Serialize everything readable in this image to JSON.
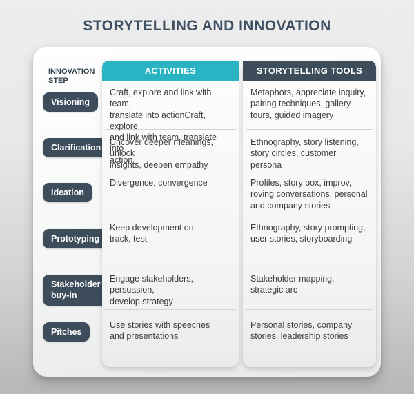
{
  "title": "STORYTELLING AND INNOVATION",
  "colors": {
    "teal": "#2ab4c3",
    "slate": "#3d4d5b",
    "title": "#3e5062"
  },
  "table": {
    "step_header": "INNOVATION\nSTEP",
    "activities_header": "ACTIVITIES",
    "tools_header": "STORYTELLING TOOLS",
    "rows": [
      {
        "step": "Visioning",
        "activities": "Craft, explore and link with team,\ntranslate into actionCraft, explore\nand link with team, translate into\naction",
        "tools": "Metaphors, appreciate inquiry,\npairing techniques, gallery\ntours, guided imagery"
      },
      {
        "step": "Clarification",
        "activities": "Uncover deeper meanings, unlock\ninsights, deepen empathy",
        "tools": "Ethnography, story listening,\nstory circles, customer persona"
      },
      {
        "step": "Ideation",
        "activities": "Divergence, convergence",
        "tools": "Profiles, story box, improv,\nroving conversations, personal\nand company stories"
      },
      {
        "step": "Prototyping",
        "activities": "Keep development on\ntrack, test",
        "tools": "Ethnography, story prompting,\nuser stories, storyboarding"
      },
      {
        "step": "Stakeholder\nbuy-in",
        "activities": "Engage stakeholders, persuasion,\ndevelop strategy",
        "tools": "Stakeholder mapping,\nstrategic arc"
      },
      {
        "step": "Pitches",
        "activities": "Use stories with speeches\nand presentations",
        "tools": "Personal stories, company\nstories, leadership stories"
      }
    ]
  }
}
